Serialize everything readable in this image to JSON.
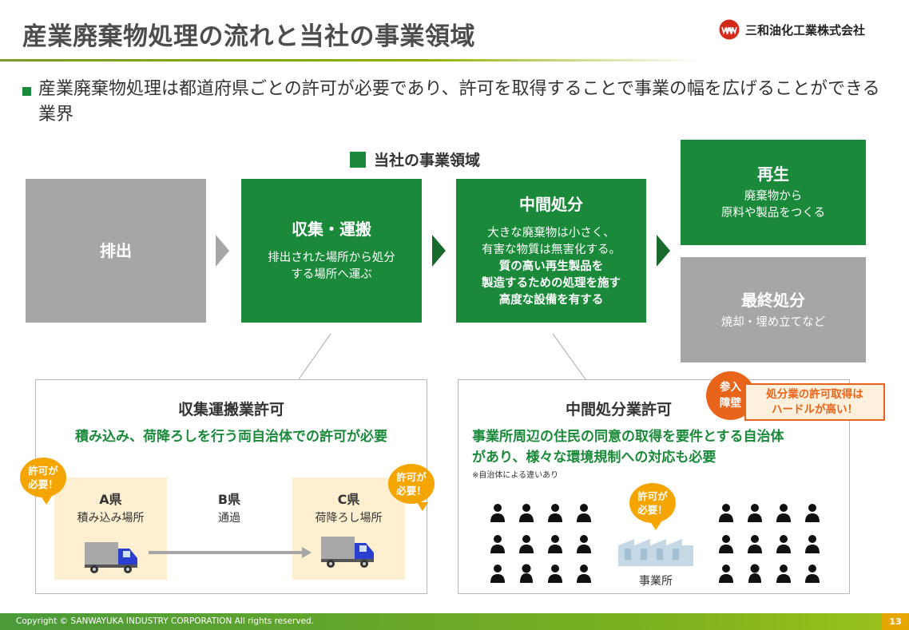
{
  "header": {
    "title": "産業廃棄物処理の流れと当社の事業領域",
    "company_name": "三和油化工業株式会社",
    "logo_icon": "sanwa-www-logo-icon"
  },
  "lead": {
    "text": "産業廃棄物処理は都道府県ごとの許可が必要であり、許可を取得することで事業の幅を広げることができる業界"
  },
  "business_area_label": "当社の事業領域",
  "flow": {
    "discharge": {
      "title": "排出"
    },
    "collection": {
      "title": "収集・運搬",
      "desc": "排出された場所から処分する場所へ運ぶ"
    },
    "intermediate": {
      "title": "中間処分",
      "desc_line1": "大きな廃棄物は小さく、",
      "desc_line2": "有害な物質は無害化する。",
      "desc_bold1": "質の高い再生製品を",
      "desc_bold2": "製造するための処理を施す",
      "desc_bold3": "高度な設備を有する"
    },
    "recycle": {
      "title": "再生",
      "desc_line1": "廃棄物から",
      "desc_line2": "原料や製品をつくる"
    },
    "final": {
      "title": "最終処分",
      "desc": "焼却・埋め立てなど"
    }
  },
  "collection_permit": {
    "title": "収集運搬業許可",
    "subtitle": "積み込み、荷降ろしを行う両自治体での許可が必要",
    "pref_a": {
      "name": "A県",
      "desc": "積み込み場所"
    },
    "pref_b": {
      "name": "B県",
      "desc": "通過"
    },
    "pref_c": {
      "name": "C県",
      "desc": "荷降ろし場所"
    },
    "bubble_line1": "許可が",
    "bubble_line2": "必要！"
  },
  "intermediate_permit": {
    "title": "中間処分業許可",
    "subtitle_line1": "事業所周辺の住民の同意の取得を要件とする自治体",
    "subtitle_line2": "があり、様々な環境規制への対応も必要",
    "note": "※自治体による違いあり",
    "bubble_line1": "許可が",
    "bubble_line2": "必要！",
    "facility_label": "事業所",
    "barrier_line1": "参入",
    "barrier_line2": "障壁",
    "hurdle_line1": "処分業の許可取得は",
    "hurdle_line2": "ハードルが高い！"
  },
  "footer": {
    "copyright": "Copyright © SANWAYUKA INDUSTRY CORPORATION All rights reserved.",
    "page_number": "13"
  },
  "colors": {
    "brand_green": "#1a8a3a",
    "gray_box": "#a6a6a6",
    "orange": "#e8641a",
    "bubble_yellow": "#f5a500",
    "place_bg": "#fdefd0",
    "truck_blue": "#2a3fd0"
  }
}
